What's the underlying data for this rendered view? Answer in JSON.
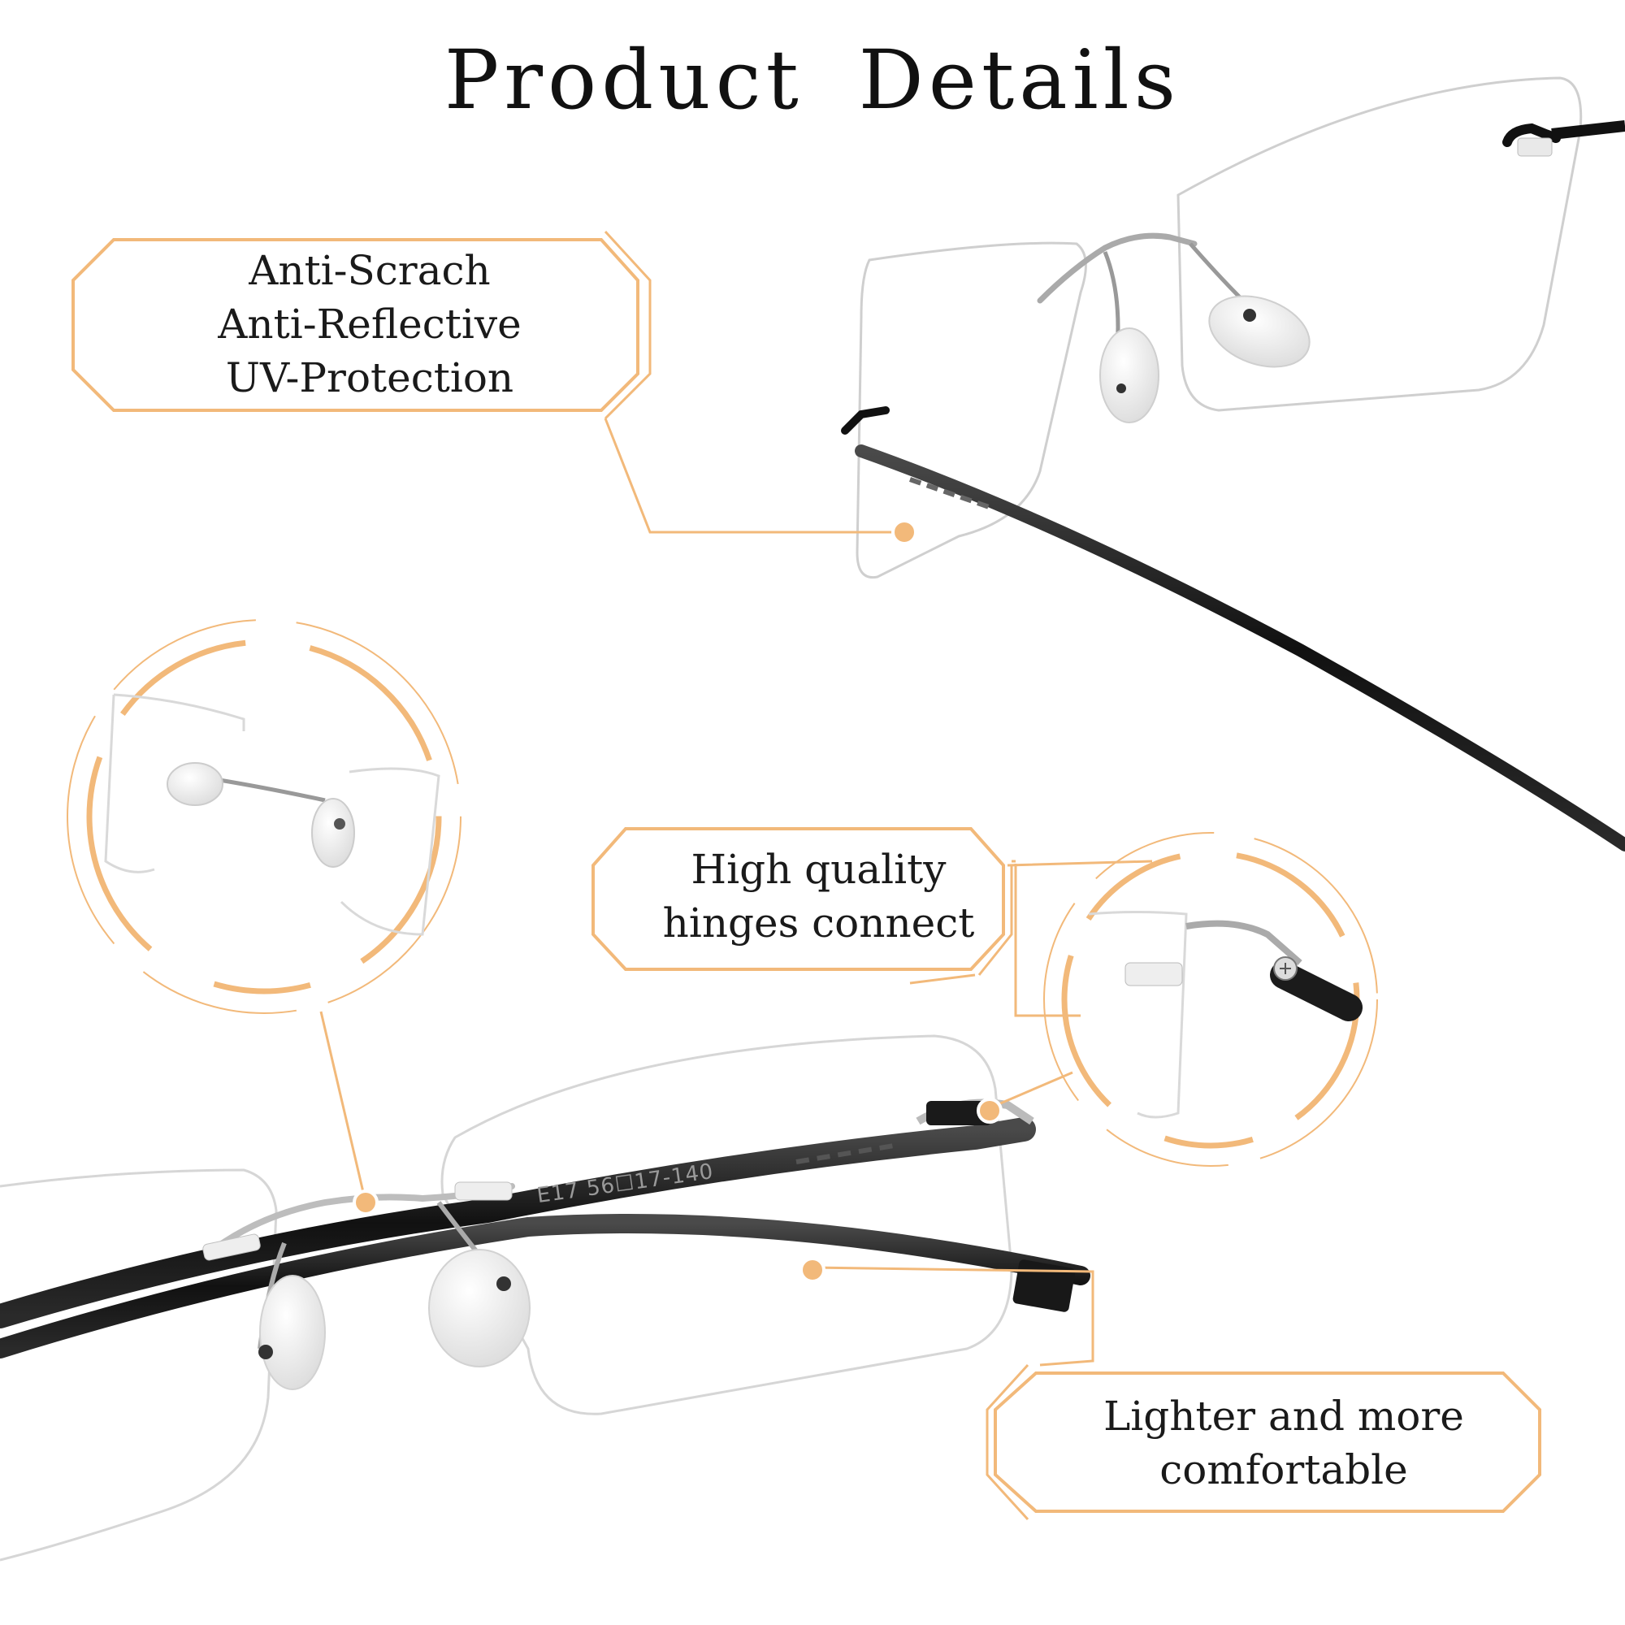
{
  "title": "Product  Details",
  "callouts": {
    "lens_features": [
      "Anti-Scrach",
      "Anti-Reflective",
      "UV-Protection"
    ],
    "hinges": [
      "High quality",
      "hinges connect"
    ],
    "comfort": [
      "Lighter and more",
      "comfortable"
    ]
  },
  "frame_marking": "E17 56☐17-140",
  "colors": {
    "accent": "#f2b97a",
    "frame_black": "#1b1b1b",
    "metal_silver": "#b9b9b9",
    "lens_outline": "#d8d8d8"
  }
}
